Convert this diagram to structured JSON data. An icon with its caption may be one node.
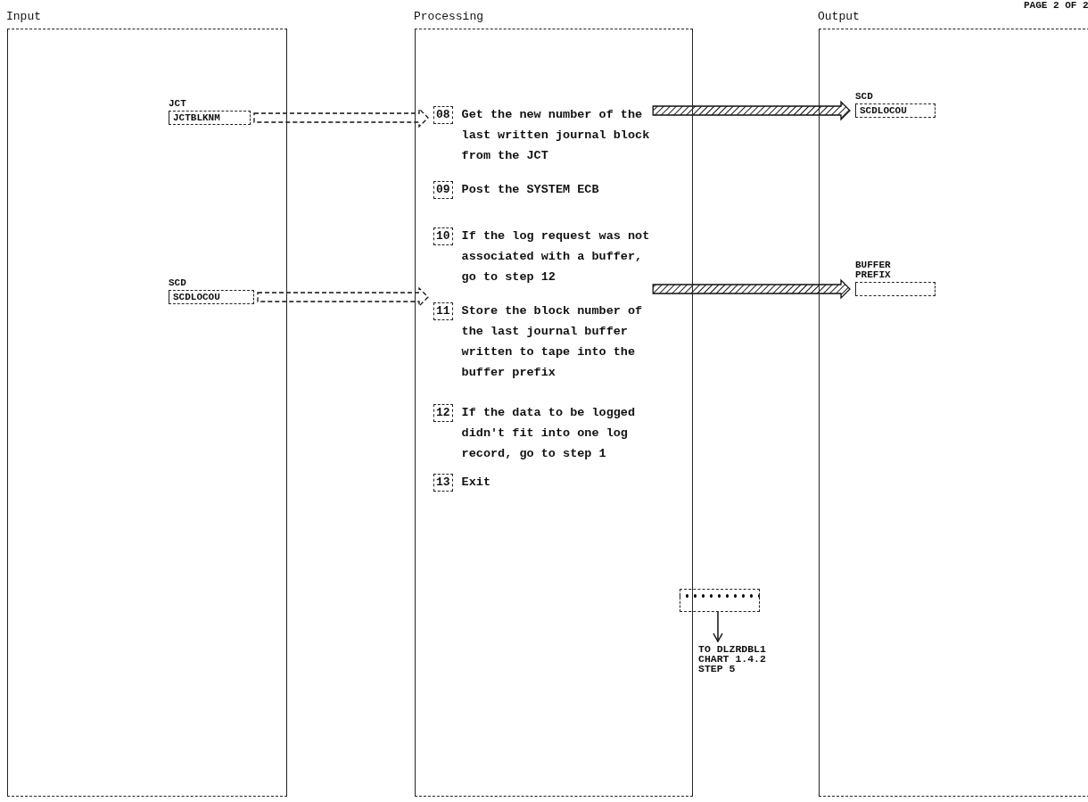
{
  "diagram": {
    "nodes": [
      {
        "text": [
          "Input"
        ]
      },
      {
        "text": [
          "Processing"
        ]
      },
      {
        "text": [
          "Output"
        ]
      },
      {
        "text": [
          "JCT",
          "JCTBLKNM"
        ],
        "in": 0
      },
      {
        "text": [
          "SCD",
          "SCDLOCOU"
        ],
        "in": 0
      },
      {
        "text": [
          "08",
          "Get the new number of the last written journal block from the JCT"
        ],
        "in": 1
      },
      {
        "text": [
          "09",
          "Post the SYSTEM ECB"
        ],
        "in": 1
      },
      {
        "text": [
          "10",
          "If the log request was not associated with a buffer, go to step 12"
        ],
        "in": 1
      },
      {
        "text": [
          "11",
          "Store the block number of the last journal buffer written to tape into the buffer prefix"
        ],
        "in": 1
      },
      {
        "text": [
          "12",
          "If the data to be logged didn't fit into one log record, go to step 1"
        ],
        "in": 1
      },
      {
        "text": [
          "13",
          "Exit"
        ],
        "in": 1
      },
      {
        "text": [
          "SCD",
          "SCDLOCOU"
        ],
        "in": 2
      },
      {
        "text": [
          "BUFFER PREFIX"
        ],
        "in": 2
      },
      {
        "text": [],
        "shape": "box"
      },
      {
        "text": [
          "TO DLZRDBL1 CHART 1.4.2 STEP 5"
        ]
      }
    ],
    "edges": [
      {
        "from": 3,
        "to": 5,
        "arrow": "to",
        "style": "dashed"
      },
      {
        "from": 5,
        "to": 11,
        "arrow": "to",
        "style": "thick"
      },
      {
        "from": 4,
        "to": 8,
        "arrow": "to",
        "style": "dashed"
      },
      {
        "from": 8,
        "to": 12,
        "arrow": "to",
        "style": "thick"
      },
      {
        "from": 13,
        "to": 14,
        "arrow": "to"
      }
    ],
    "labels": [
      "PAGE 2 OF 2"
    ]
  }
}
